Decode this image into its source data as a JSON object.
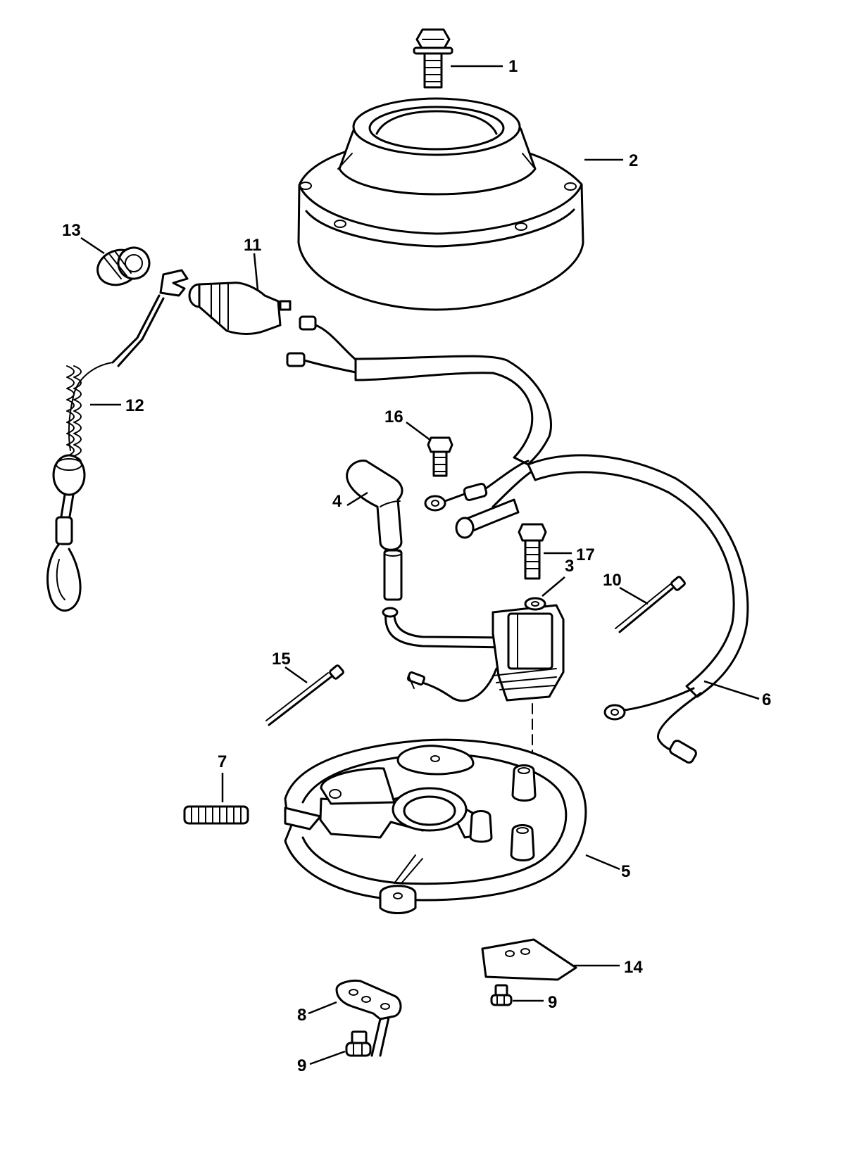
{
  "diagram": {
    "labels": {
      "p1": "1",
      "p2": "2",
      "p3": "3",
      "p4": "4",
      "p5": "5",
      "p6": "6",
      "p7": "7",
      "p8": "8",
      "p9a": "9",
      "p9b": "9",
      "p10": "10",
      "p11": "11",
      "p12": "12",
      "p13": "13",
      "p14": "14",
      "p15": "15",
      "p16": "16",
      "p17": "17"
    }
  }
}
